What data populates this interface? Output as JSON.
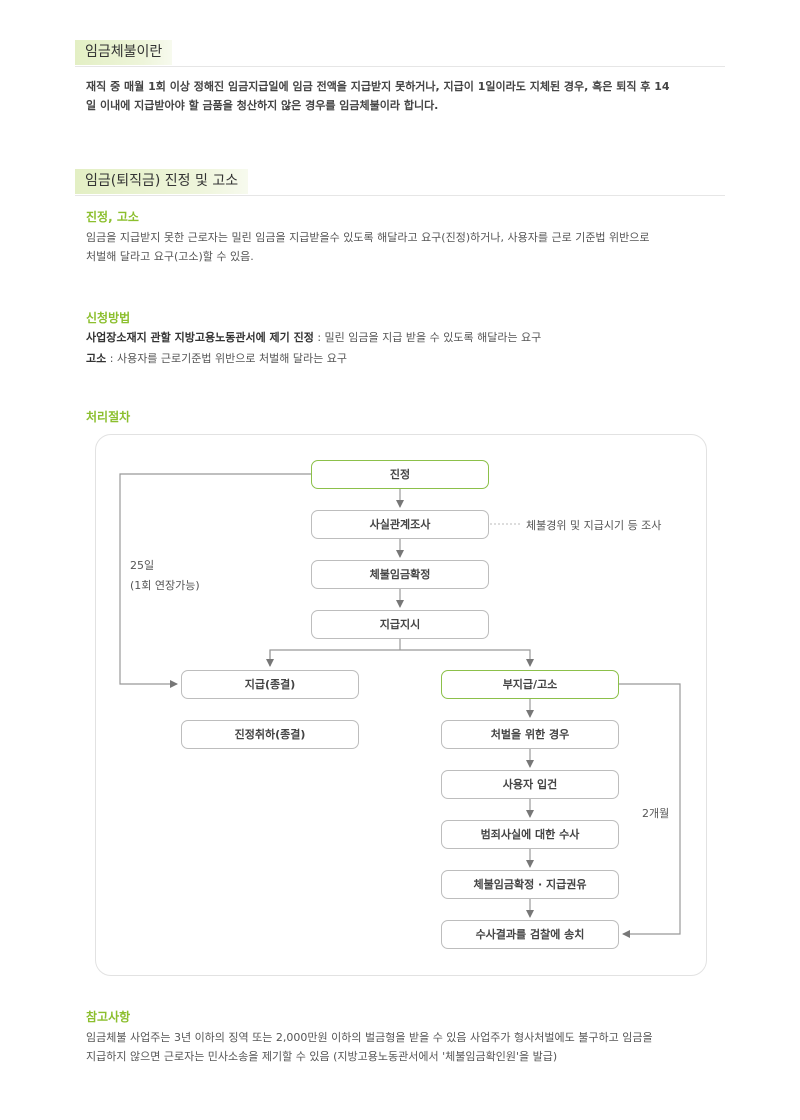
{
  "section1": {
    "title": "임금체불이란",
    "text_line1": "재직 중 매월 1회 이상 정해진 임금지급일에 임금 전액을 지급받지 못하거나, 지급이 1일이라도 지체된 경우, 혹은 퇴직 후 14",
    "text_line2": "일 이내에 지급받아야 할 금품을 청산하지 않은 경우를 임금체불이라 합니다."
  },
  "section2": {
    "title": "임금(퇴직금) 진정 및 고소",
    "sub1_title": "진정, 고소",
    "sub1_line1": "임금을 지급받지 못한 근로자는 밀린 임금을 지급받을수 있도록 해달라고 요구(진정)하거나, 사용자를 근로 기준법 위반으로",
    "sub1_line2": "처벌해 달라고 요구(고소)할 수 있음.",
    "sub2_title": "신청방법",
    "method1_label": "사업장소재지 관할 지방고용노동관서에 제기 진정",
    "method1_text": " : 밀린 임금을 지급 받을 수 있도록 해달라는 요구",
    "method2_label": "고소",
    "method2_text": " : 사용자를 근로기준법 위반으로 처벌해 달라는 요구",
    "sub3_title": "처리절차"
  },
  "flow": {
    "jinjeong": "진정",
    "fact_check": "사실관계조사",
    "fact_note": "체불경위 및 지급시기 등 조사",
    "confirm": "체불임금확정",
    "order": "지급지시",
    "paid": "지급(종결)",
    "withdraw": "진정취하(종결)",
    "unpaid": "부지급/고소",
    "punish": "처벌을 위한 경우",
    "booking": "사용자 입건",
    "investigate": "범죄사실에 대한 수사",
    "confirm2": "체불임금확정 · 지급권유",
    "send": "수사결과를 검찰에 송치",
    "days_label_1": "25일",
    "days_label_2": "(1회 연장가능)",
    "months_label": "2개월"
  },
  "section3": {
    "title": "참고사항",
    "line1": "임금체불 사업주는 3년 이하의 징역 또는 2,000만원 이하의 벌금형을 받을 수 있음 사업주가 형사처벌에도 불구하고 임금을",
    "line2": "지급하지 않으면 근로자는 민사소송을 제기할 수 있음 (지방고용노동관서에서 '체불임금확인원'을 발급)"
  },
  "colors": {
    "accent_green": "#8cbf2e",
    "tab_bg": "#e3efc4",
    "box_border": "#bdbdbd",
    "box_green": "#8cc04a"
  }
}
